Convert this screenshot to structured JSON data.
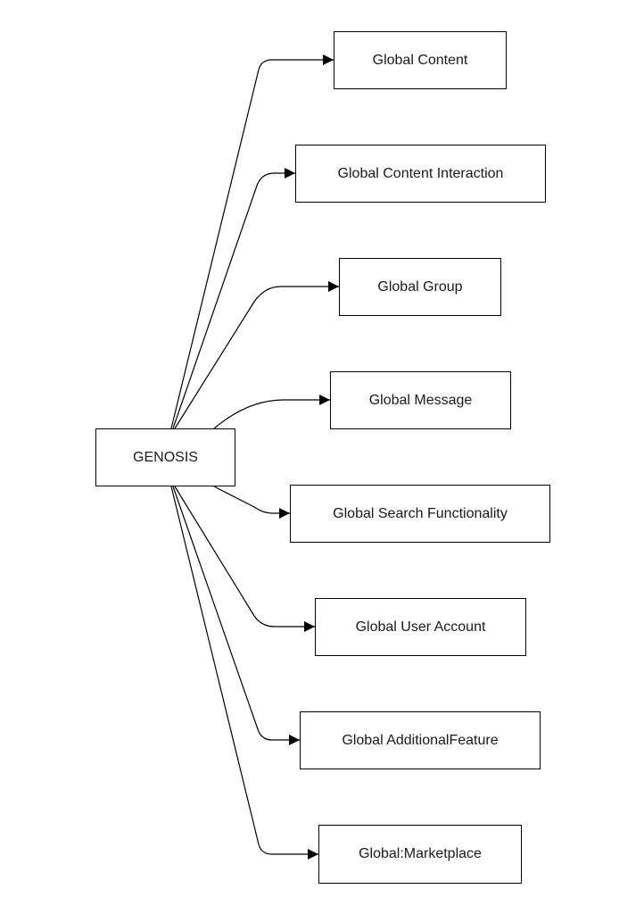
{
  "root": {
    "label": "GENOSIS"
  },
  "children": [
    {
      "label": "Global Content"
    },
    {
      "label": "Global Content Interaction"
    },
    {
      "label": "Global Group"
    },
    {
      "label": "Global Message"
    },
    {
      "label": "Global Search Functionality"
    },
    {
      "label": "Global User Account"
    },
    {
      "label": "Global AdditionalFeature"
    },
    {
      "label": "Global:Marketplace"
    }
  ],
  "colors": {
    "stroke": "#000000",
    "text": "#1a1a1a",
    "background": "#ffffff"
  }
}
